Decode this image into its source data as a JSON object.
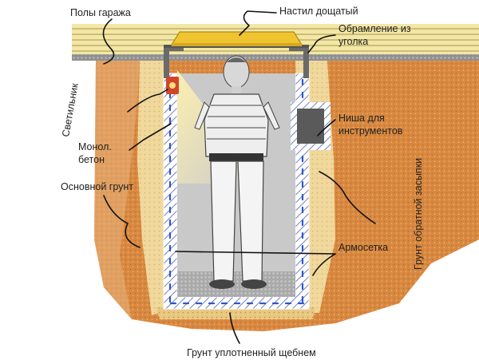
{
  "labels": {
    "garage_floor": "Полы гаража",
    "plank_cover": "Настил дощатый",
    "angle_frame_line1": "Обрамление из",
    "angle_frame_line2": "уголка",
    "lamp": "Светильник",
    "monolithic_line1": "Монол.",
    "monolithic_line2": "бетон",
    "tool_niche_line1": "Ниша для",
    "tool_niche_line2": "инструментов",
    "main_soil": "Основной грунт",
    "backfill_soil": "Грунт обратной засыпки",
    "mesh": "Армосетка",
    "gravel_base": "Грунт уплотненный щебнем"
  },
  "colors": {
    "soil": "#d9883f",
    "soil_light": "#e7b57e",
    "backfill": "#f0d79a",
    "floor_plank": "#f2e7a6",
    "floor_line": "#b9a659",
    "concrete": "#ffffff",
    "hatch": "#7080c8",
    "rebar": "#2f55c8",
    "cover": "#f0c430",
    "frame": "#6a6a6a",
    "pit_interior": "#c9c9c9",
    "light": "#fff1b0"
  },
  "icons": {
    "lamp": "lamp-icon",
    "person": "person-figure"
  }
}
